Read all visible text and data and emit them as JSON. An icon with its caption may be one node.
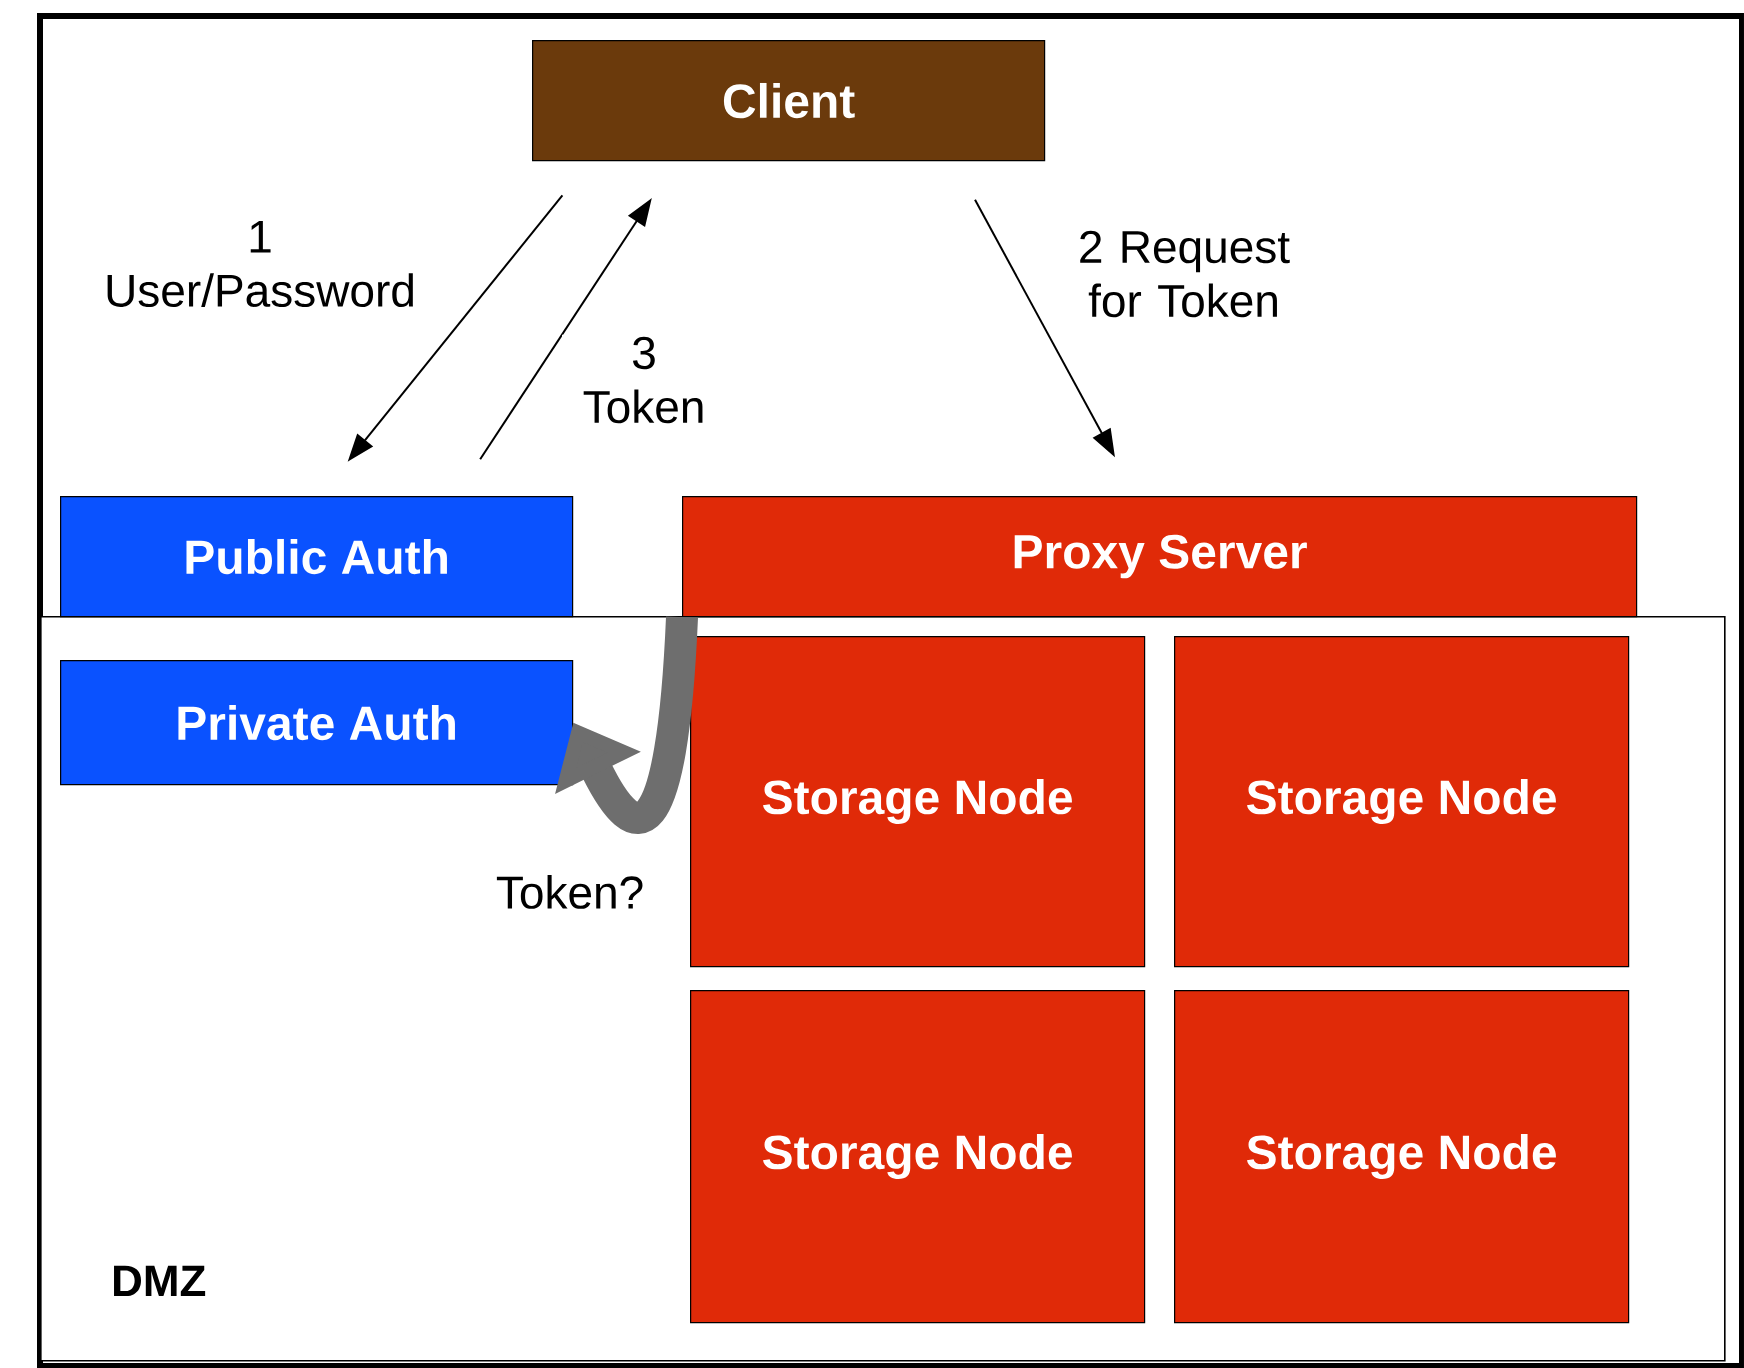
{
  "diagram": {
    "nodes": [
      {
        "text": [
          "Client"
        ]
      },
      {
        "text": [
          "Public Auth"
        ]
      },
      {
        "text": [
          "Proxy Server"
        ]
      },
      {
        "text": [
          "DMZ"
        ]
      },
      {
        "text": [
          "Private Auth"
        ],
        "in": 3
      },
      {
        "text": [
          "Storage Node"
        ],
        "in": 3
      },
      {
        "text": [
          "Storage Node"
        ],
        "in": 3
      },
      {
        "text": [
          "Storage Node"
        ],
        "in": 3
      },
      {
        "text": [
          "Storage Node"
        ],
        "in": 3
      }
    ],
    "edges": [
      {
        "from": 0,
        "to": 1,
        "arrow": "to",
        "label": "1 User/Password"
      },
      {
        "from": 1,
        "to": 0,
        "arrow": "to",
        "label": "3 Token"
      },
      {
        "from": 0,
        "to": 2,
        "arrow": "to",
        "label": "2 Request for Token"
      },
      {
        "from": 2,
        "to": 4,
        "arrow": "to",
        "label": "Token?",
        "style": "thick",
        "color": "#6e6e6e"
      }
    ]
  }
}
